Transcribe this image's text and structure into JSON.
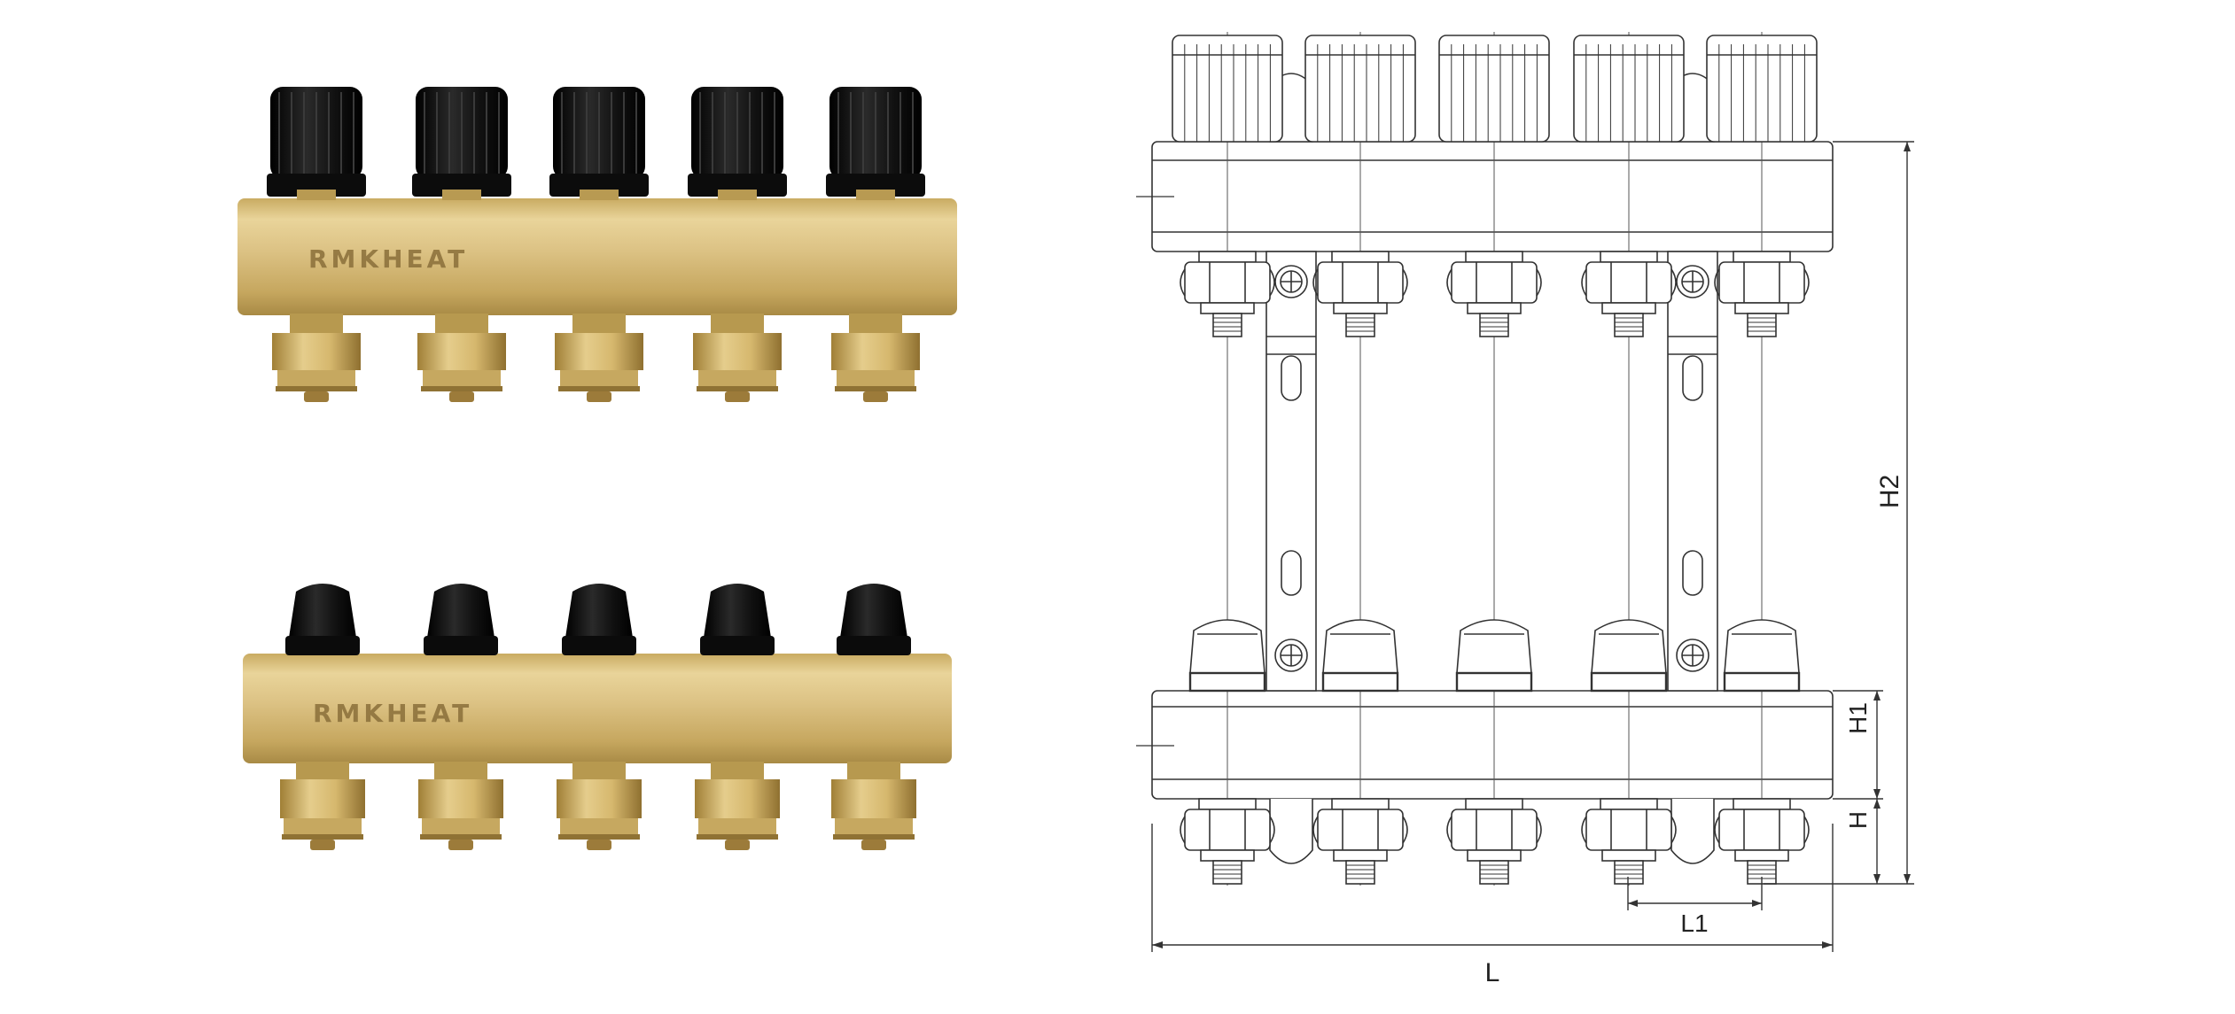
{
  "photo": {
    "brand_label": "RMKHEAT",
    "colors": {
      "brass": "#d8bf7c",
      "knob": "#111111"
    }
  },
  "drawing": {
    "dim_labels": {
      "L": "L",
      "L1": "L1",
      "H": "H",
      "H1": "H1",
      "H2": "H2"
    }
  }
}
